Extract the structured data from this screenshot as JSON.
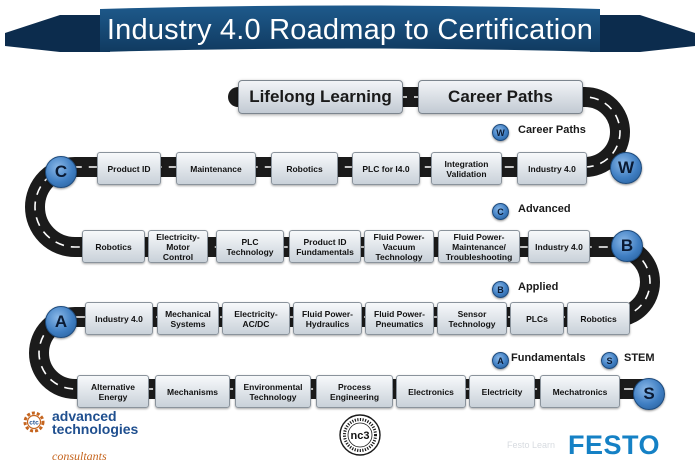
{
  "title": "Industry 4.0 Roadmap to Certification",
  "colors": {
    "ribbon": "#17466f",
    "ribbon_dark": "#0c2c4d",
    "road": "#1b1b1b",
    "badge": "#3f7ec2",
    "festo": "#1581c5",
    "atc_orange": "#c5651f"
  },
  "top_boxes": [
    "Lifelong Learning",
    "Career Paths"
  ],
  "levels": [
    {
      "letter": "W",
      "items": [
        "Product ID",
        "Maintenance",
        "Robotics",
        "PLC for I4.0",
        "Integration\nValidation",
        "Industry 4.0"
      ]
    },
    {
      "letter": "B",
      "items": [
        "Robotics",
        "Electricity-\nMotor\nControl",
        "PLC\nTechnology",
        "Product ID\nFundamentals",
        "Fluid Power-\nVacuum\nTechnology",
        "Fluid Power-\nMaintenance/\nTroubleshooting",
        "Industry 4.0"
      ]
    },
    {
      "letter": "A",
      "items": [
        "Industry 4.0",
        "Mechanical\nSystems",
        "Electricity-\nAC/DC",
        "Fluid Power-\nHydraulics",
        "Fluid Power-\nPneumatics",
        "Sensor\nTechnology",
        "PLCs",
        "Robotics"
      ]
    },
    {
      "letter": "S",
      "items": [
        "Alternative\nEnergy",
        "Mechanisms",
        "Environmental\nTechnology",
        "Process\nEngineering",
        "Electronics",
        "Electricity",
        "Mechatronics"
      ]
    }
  ],
  "road_badges": [
    "C",
    "W",
    "B",
    "A",
    "S"
  ],
  "legend": [
    {
      "letter": "W",
      "label": "Career Paths"
    },
    {
      "letter": "C",
      "label": "Advanced"
    },
    {
      "letter": "B",
      "label": "Applied"
    },
    {
      "letter": "A",
      "label": "Fundamentals"
    },
    {
      "letter": "S",
      "label": "STEM"
    }
  ],
  "logos": {
    "atc_gear": "ctc",
    "atc_line1": "advanced",
    "atc_line2": "technologies",
    "atc_line3": "consultants",
    "seal": "nc3",
    "festo_small": "Festo Learn",
    "festo": "FESTO"
  }
}
